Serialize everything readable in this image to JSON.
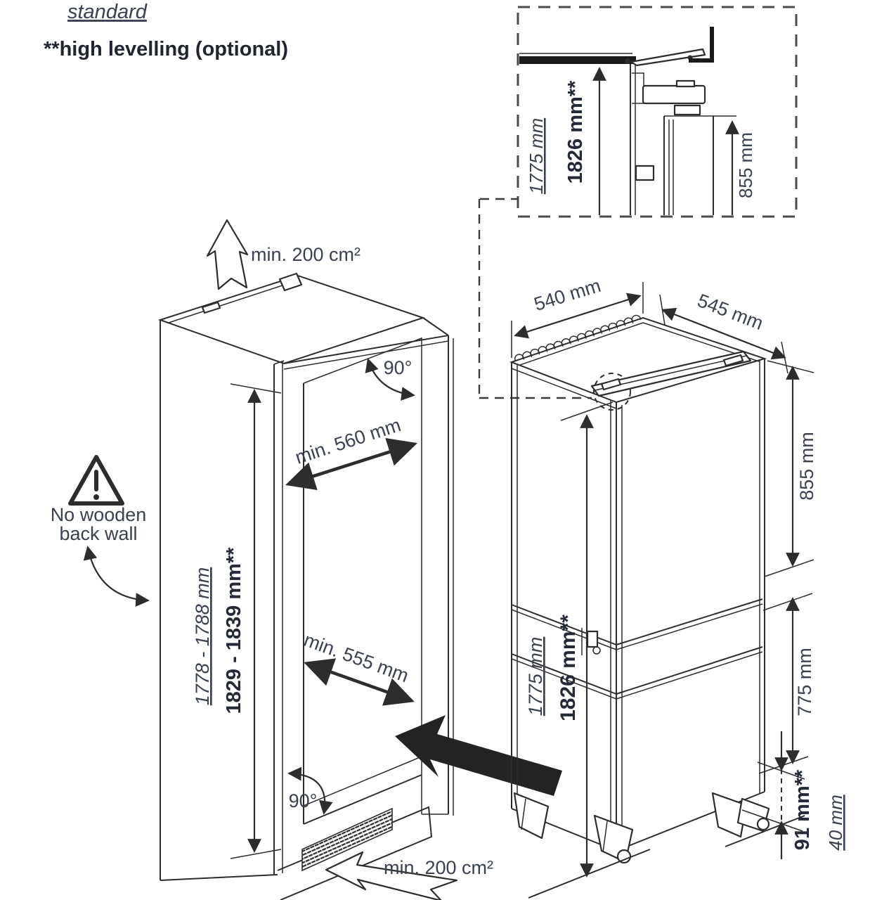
{
  "page": {
    "title_standard": "standard",
    "title_high_levelling": "**high levelling (optional)"
  },
  "colors": {
    "line": "#2d2d2d",
    "label_text": "#3a4150",
    "label_text_bold": "#232936",
    "background": "#ffffff"
  },
  "detail_inset": {
    "height_standard": "1775 mm",
    "height_high": "1826 mm**",
    "hinge_height": "855 mm"
  },
  "cabinet": {
    "vent_top": "min. 200 cm²",
    "angle_top": "90°",
    "clearance_depth_top": "min. 560 mm",
    "warning_line1": "No wooden",
    "warning_line2": "back wall",
    "height_standard": "1778 - 1788 mm",
    "height_high": "1829 - 1839 mm**",
    "clearance_depth_bottom": "min. 555 mm",
    "angle_bottom": "90°",
    "vent_bottom": "min. 200 cm²"
  },
  "appliance": {
    "width": "540 mm",
    "depth": "545 mm",
    "upper_section_height": "855 mm",
    "lower_section_height": "775 mm",
    "height_standard": "1775 mm",
    "height_high": "1826 mm**",
    "foot_height_high": "91 mm**",
    "foot_height_standard": "40 mm"
  }
}
